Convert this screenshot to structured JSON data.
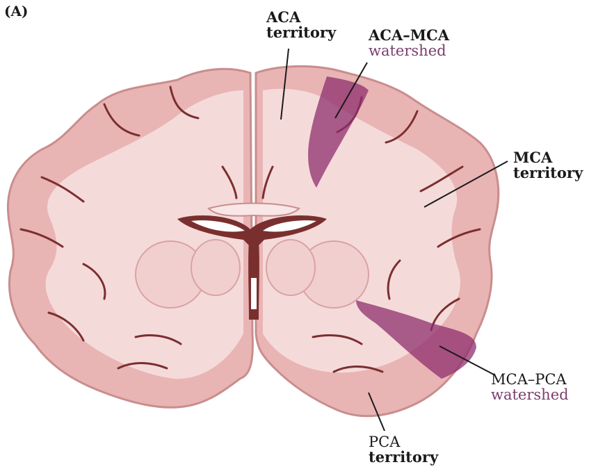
{
  "panel_label": "(A)",
  "labels": {
    "aca_territory": {
      "line1": "ACA",
      "line2": "territory"
    },
    "aca_mca_watershed": {
      "line1": "ACA–MCA",
      "line2": "watershed"
    },
    "mca_territory": {
      "line1": "MCA",
      "line2": "territory"
    },
    "mca_pca_watershed": {
      "line1": "MCA–PCA",
      "line2": "watershed"
    },
    "pca_territory": {
      "line1": "PCA",
      "line2": "territory"
    }
  },
  "colors": {
    "cortex": "#e9b4b4",
    "white_matter": "#f6dede",
    "sulcus": "#7a2f2f",
    "outline": "#c98d8d",
    "watershed": "#8e2f6e",
    "ventricle": "#ffffff"
  }
}
